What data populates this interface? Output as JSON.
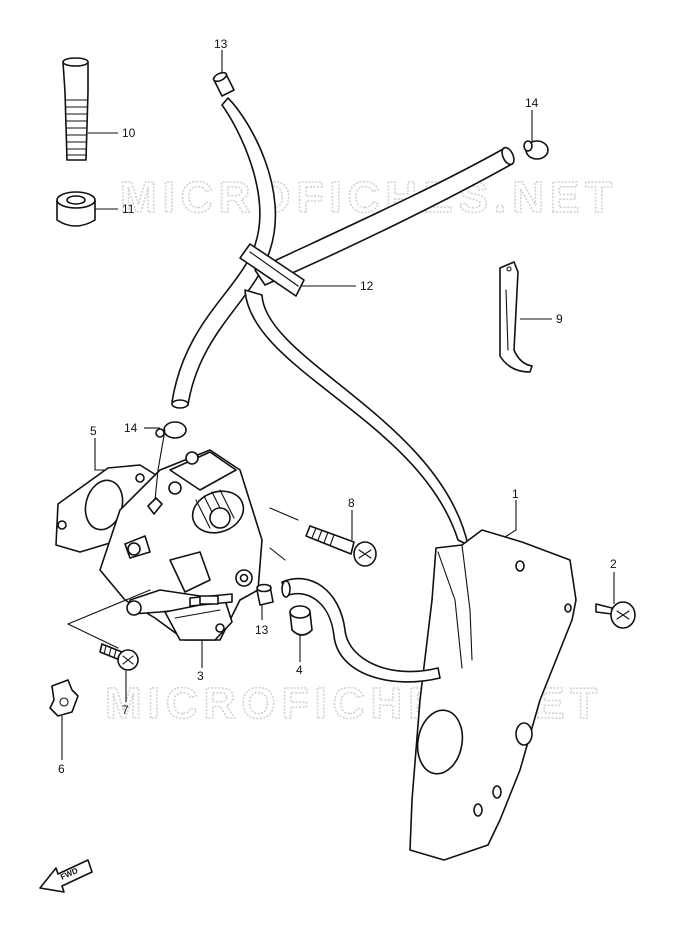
{
  "watermark": "MICROFICHES.NET",
  "fwd_label": "FWD",
  "callouts": {
    "p1": "1",
    "p2": "2",
    "p3": "3",
    "p4": "4",
    "p5": "5",
    "p6": "6",
    "p7": "7",
    "p8": "8",
    "p9": "9",
    "p10": "10",
    "p11": "11",
    "p12": "12",
    "p13_top": "13",
    "p13_bottom": "13",
    "p14_top": "14",
    "p14_left": "14"
  }
}
